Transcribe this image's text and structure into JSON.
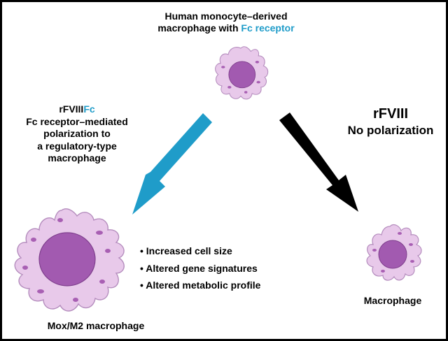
{
  "top_label": {
    "line1": "Human monocyte–derived",
    "line2_prefix": "macrophage with ",
    "line2_accent": "Fc receptor"
  },
  "left_label": {
    "drug_prefix": "rFVIII",
    "drug_accent": "Fc",
    "line2": "Fc receptor–mediated",
    "line3": "polarization to",
    "line4": "a regulatory-type",
    "line5": "macrophage"
  },
  "right_label": {
    "drug": "rFVIII",
    "effect": "No polarization"
  },
  "bullets": [
    "• Increased cell size",
    "• Altered gene signatures",
    "• Altered metabolic profile"
  ],
  "bottom_left_label": "Mox/M2 macrophage",
  "bottom_right_label": "Macrophage",
  "colors": {
    "accent": "#1f9cc9",
    "cell_body": "#e8c9ea",
    "cell_edge": "#b48cbd",
    "nucleus": "#a25ab0",
    "granule": "#a85fb3",
    "black_arrow": "#000000"
  }
}
